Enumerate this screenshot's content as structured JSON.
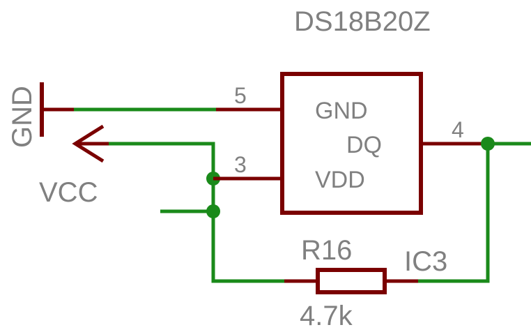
{
  "title": "DS18B20Z",
  "ic": {
    "pins": {
      "gnd": "GND",
      "dq": "DQ",
      "vdd": "VDD"
    },
    "pin_numbers": {
      "gnd": "5",
      "vdd": "3",
      "dq": "4"
    },
    "ref": "IC3"
  },
  "supplies": {
    "gnd": "GND",
    "vcc": "VCC"
  },
  "resistor": {
    "ref": "R16",
    "value": "4.7k"
  },
  "colors": {
    "wire": "#1a8a1a",
    "component": "#7a0000",
    "label": "#808080",
    "background": "#ffffff"
  }
}
